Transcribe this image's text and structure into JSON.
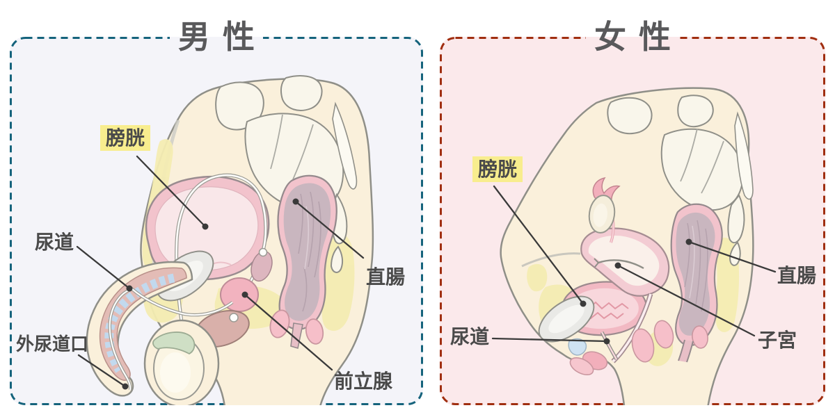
{
  "page": {
    "background": "#FFFFFF",
    "highlight_color": "#F8ED8E",
    "title_color": "#59595B",
    "label_color": "#4A4A4A",
    "leader_line_color": "#3A3A3A"
  },
  "panels": {
    "male": {
      "title": "男性",
      "border_color": "#15637C",
      "background_color": "#F4F4F9",
      "labels": {
        "bladder": "膀胱",
        "urethra": "尿道",
        "external_urethral_opening": "外尿道口",
        "rectum": "直腸",
        "prostate": "前立腺"
      }
    },
    "female": {
      "title": "女性",
      "border_color": "#A02E10",
      "background_color": "#FBE9EB",
      "labels": {
        "bladder": "膀胱",
        "urethra": "尿道",
        "rectum": "直腸",
        "uterus": "子宮"
      }
    }
  }
}
